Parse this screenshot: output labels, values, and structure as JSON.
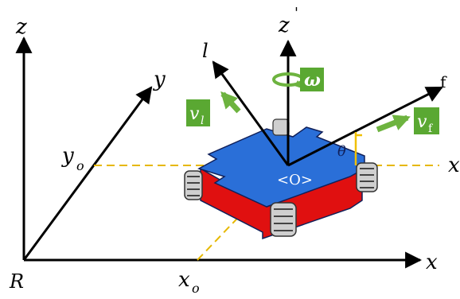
{
  "labels": {
    "world_z": "z",
    "world_y": "y",
    "world_x": "x",
    "origin_R": "R",
    "y_o": "y",
    "y_o_sub": "o",
    "x_o": "x",
    "x_o_sub": "o",
    "body_z": "z",
    "body_z_prime": "'",
    "body_l": "l",
    "body_f": "f",
    "body_x": "x",
    "omega": "ω",
    "theta": "θ",
    "v_l": "v",
    "v_l_sub": "l",
    "v_f": "v",
    "v_f_sub": "f",
    "center_O": "<O>"
  },
  "colors": {
    "axis": "#000000",
    "dashed_guide": "#e6b800",
    "robot_top": "#2a6fd8",
    "robot_side": "#e01010",
    "robot_outline": "#10205a",
    "label_box": "#5aa832",
    "arrow_green": "#6db33f",
    "label_text": "#ffffff",
    "theta_marker": "#f0c000"
  }
}
